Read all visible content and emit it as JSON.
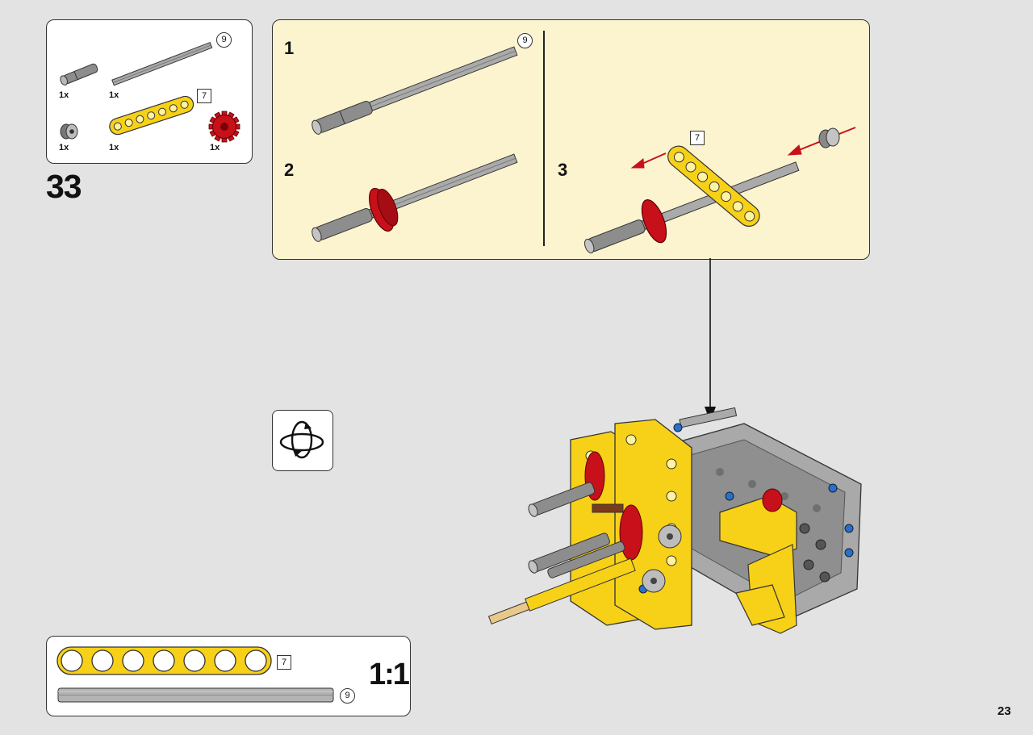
{
  "step": {
    "number": "33"
  },
  "parts_list": {
    "items": [
      {
        "name": "connector-peg",
        "qty": "1x"
      },
      {
        "name": "axle",
        "qty": "1x",
        "length": "9"
      },
      {
        "name": "bushing",
        "qty": "1x"
      },
      {
        "name": "beam",
        "qty": "1x",
        "length": "7"
      },
      {
        "name": "gear",
        "qty": "1x"
      }
    ]
  },
  "substeps": [
    {
      "label": "1",
      "callout": "9"
    },
    {
      "label": "2"
    },
    {
      "label": "3",
      "callout": "7"
    }
  ],
  "scale_guide": {
    "beam_length": "7",
    "axle_length": "9",
    "label": "1:1"
  },
  "page_number": "23",
  "colors": {
    "yellow": "#f7d117",
    "red": "#c8101a",
    "grey": "#a0a0a0",
    "blue": "#2a6fc9",
    "panel": "#fcf3cf"
  }
}
